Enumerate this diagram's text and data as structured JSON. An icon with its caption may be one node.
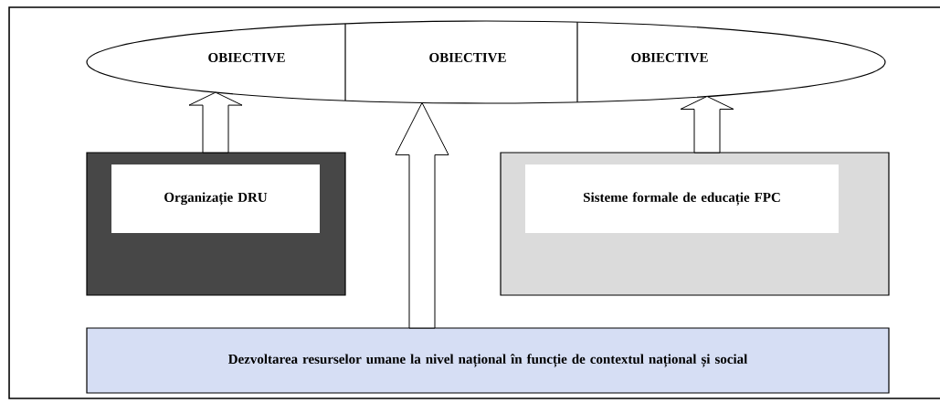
{
  "diagram": {
    "nodes": [
      {
        "text": [
          "OBIECTIVE",
          "OBIECTIVE",
          "OBIECTIVE"
        ]
      },
      {
        "text": [
          "Organizație DRU"
        ]
      },
      {
        "text": [
          "Sisteme formale de educație FPC"
        ]
      },
      {
        "text": [
          "Dezvoltarea resurselor umane la nivel național în funcție de contextul național și social"
        ]
      }
    ],
    "edges": [
      {
        "from": 1,
        "to": 0,
        "arrow": "to"
      },
      {
        "from": 3,
        "to": 0,
        "arrow": "to"
      },
      {
        "from": 2,
        "to": 0,
        "arrow": "to"
      }
    ]
  }
}
